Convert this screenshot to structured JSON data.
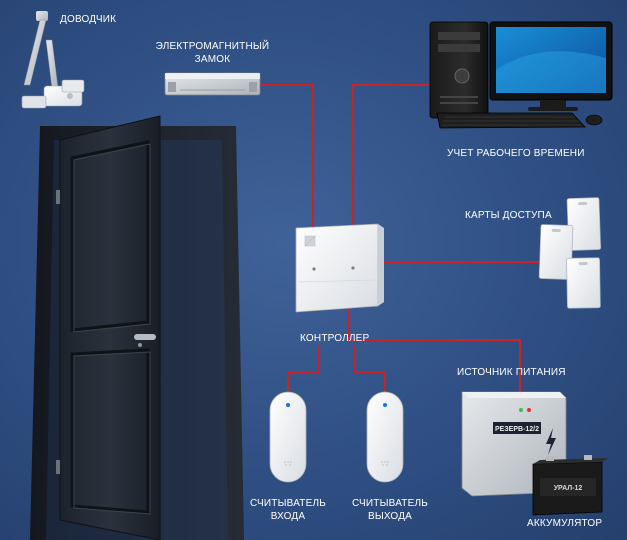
{
  "labels": {
    "door_closer": "ДОВОДЧИК",
    "em_lock_line1": "ЭЛЕКТРОМАГНИТНЫЙ",
    "em_lock_line2": "ЗАМОК",
    "time_tracking": "УЧЕТ РАБОЧЕГО ВРЕМЕНИ",
    "access_cards": "КАРТЫ ДОСТУПА",
    "controller": "КОНТРОЛЛЕР",
    "power_supply": "ИСТОЧНИК ПИТАНИЯ",
    "entry_reader_line1": "СЧИТЫВАТЕЛЬ",
    "entry_reader_line2": "ВХОДА",
    "exit_reader_line1": "СЧИТЫВАТЕЛЬ",
    "exit_reader_line2": "ВЫХОДА",
    "battery": "АККУМУЛЯТОР"
  },
  "devices": {
    "psu_brand": "РЕЗЕРВ-12/2",
    "battery_brand": "УРАЛ-12"
  },
  "colors": {
    "background": "#2f4f83",
    "wire": "#c8222a",
    "label": "#ffffff"
  }
}
